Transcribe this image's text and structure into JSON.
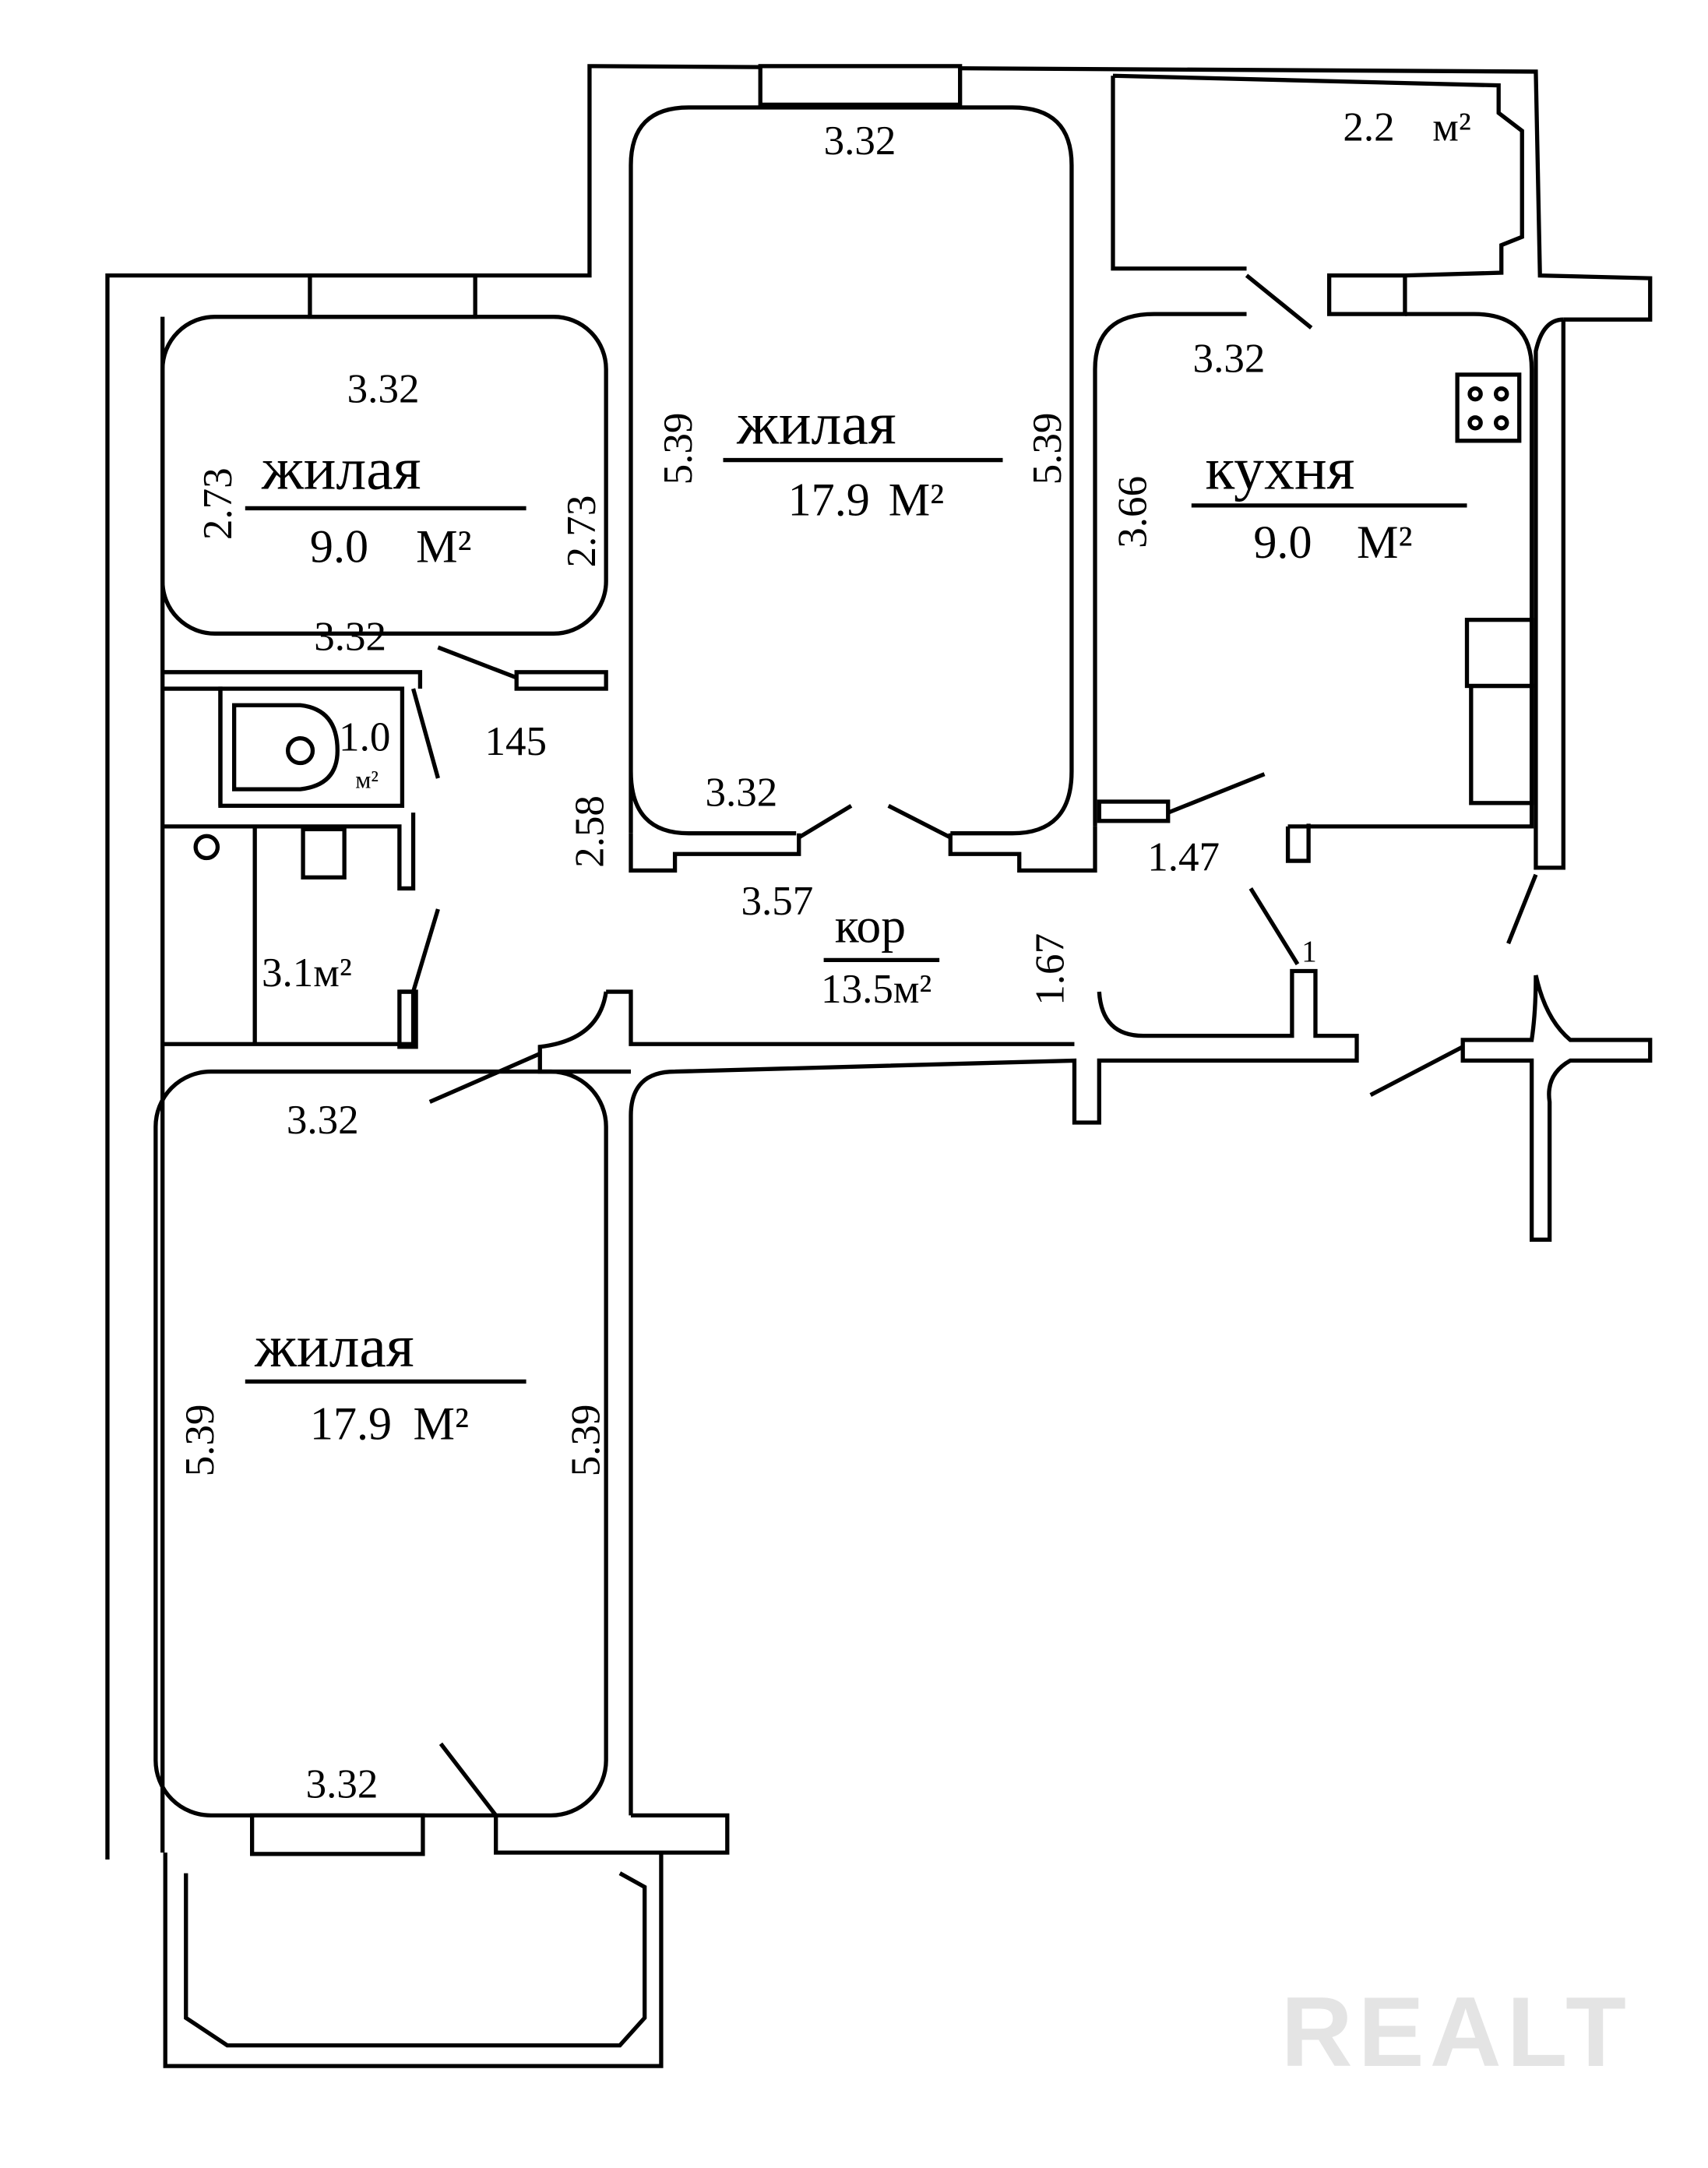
{
  "plan": {
    "rooms": {
      "living_small": {
        "name": "жилая",
        "area": "9.0",
        "unit": "М²",
        "dim_top": "3.32",
        "dim_left": "2.73",
        "dim_right": "2.73",
        "dim_bottom": "3.32"
      },
      "living_middle": {
        "name": "жилая",
        "area": "17.9",
        "unit": "М²",
        "dim_top": "3.32",
        "dim_left": "5.39",
        "dim_right": "5.39",
        "dim_bottom": "3.32"
      },
      "kitchen": {
        "name": "кухня",
        "area": "9.0",
        "unit": "М²",
        "dim_top": "3.32",
        "dim_left": "3.66",
        "dim_bottom": "1.47"
      },
      "loggia": {
        "area": "2.2",
        "unit": "м²"
      },
      "toilet": {
        "area": "1.0",
        "unit": "м²"
      },
      "bathroom": {
        "area": "3.1м²"
      },
      "corridor": {
        "name": "кор",
        "area": "13.5м²",
        "dim_width": "3.57",
        "dim_height": "1.67",
        "dim_opening": "145",
        "dim_side": "2.58",
        "dim_door": "1"
      },
      "living_large": {
        "name": "жилая",
        "area": "17.9",
        "unit": "М²",
        "dim_top": "3.32",
        "dim_left": "5.39",
        "dim_right": "5.39",
        "dim_bottom": "3.32"
      }
    },
    "watermark": "REALT"
  }
}
